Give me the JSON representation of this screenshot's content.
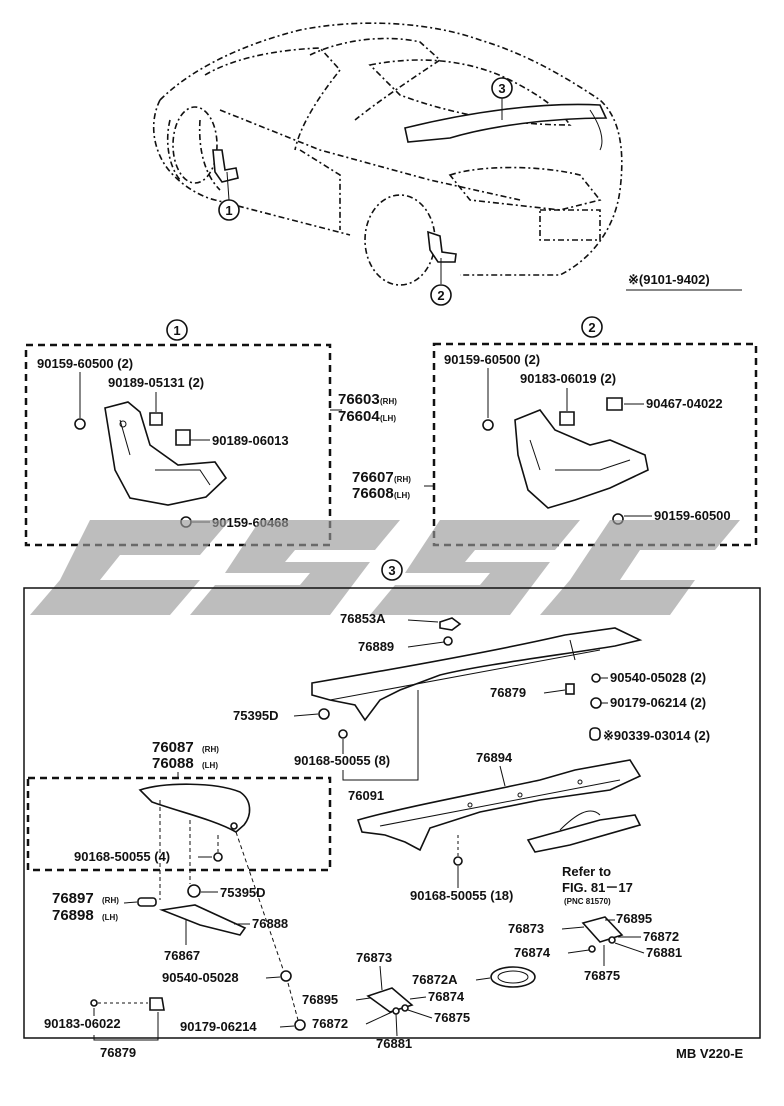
{
  "header": {
    "period_note": "※(9101-9402)"
  },
  "callouts": {
    "one": "1",
    "two": "2",
    "three": "3"
  },
  "section1": {
    "bolt_top": "90159-60500 (2)",
    "nut": "90189-05131 (2)",
    "clip": "90189-06013",
    "bolt_bottom": "90159-60468",
    "part_rh_num": "76603",
    "part_rh_tag": "(RH)",
    "part_lh_num": "76604",
    "part_lh_tag": "(LH)"
  },
  "section2": {
    "bolt_top": "90159-60500 (2)",
    "nut": "90183-06019 (2)",
    "clip": "90467-04022",
    "bolt_bottom": "90159-60500",
    "part_rh_num": "76607",
    "part_rh_tag": "(RH)",
    "part_lh_num": "76608",
    "part_lh_tag": "(LH)"
  },
  "section3": {
    "p76853A": "76853A",
    "p76889": "76889",
    "p90540_top": "90540-05028 (2)",
    "p76879_top": "76879",
    "p90179_top": "90179-06214 (2)",
    "p90339": "※90339-03014 (2)",
    "p75395D_top": "75395D",
    "p90168_8": "90168-50055 (8)",
    "p76091": "76091",
    "p76087_num": "76087",
    "p76087_tag": "(RH)",
    "p76088_num": "76088",
    "p76088_tag": "(LH)",
    "p76894": "76894",
    "p90168_4": "90168-50055 (4)",
    "p75395D_mid": "75395D",
    "p76897_num": "76897",
    "p76897_tag": "(RH)",
    "p76898_num": "76898",
    "p76898_tag": "(LH)",
    "p76888": "76888",
    "p76867": "76867",
    "p90168_18": "90168-50055 (18)",
    "refer_line1": "Refer to",
    "refer_line2": "FIG. 81－17",
    "refer_line3": "(PNC 81570)",
    "r76873": "76873",
    "r76895": "76895",
    "r76872": "76872",
    "r76874": "76874",
    "r76881": "76881",
    "r76875": "76875",
    "p90540_bot": "90540-05028",
    "p90183": "90183-06022",
    "p90179_bot": "90179-06214",
    "p76879_bot": "76879",
    "c76873": "76873",
    "c76872A": "76872A",
    "c76895": "76895",
    "c76874": "76874",
    "c76872": "76872",
    "c76875": "76875",
    "c76881": "76881"
  },
  "footer": {
    "code": "MB V220-E"
  }
}
